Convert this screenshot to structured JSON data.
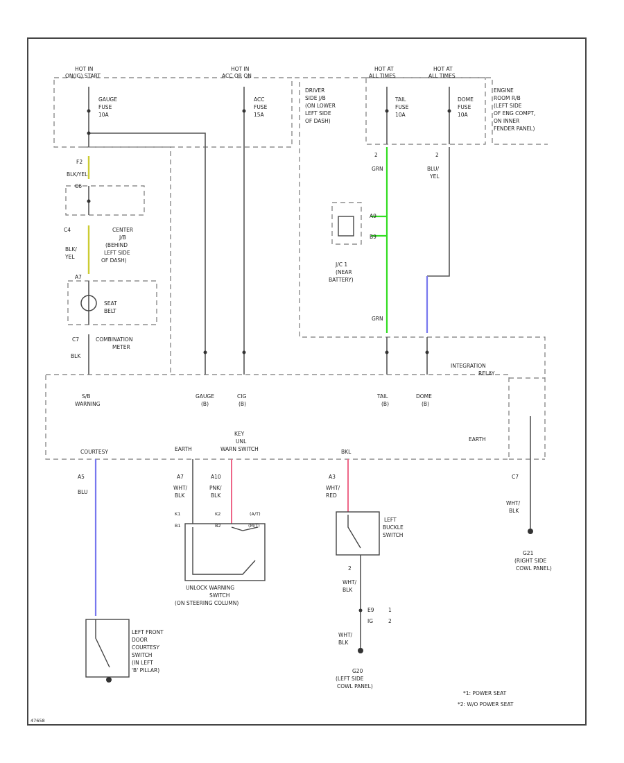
{
  "colors": {
    "wire_grn": "#33dd22",
    "wire_blu": "#7777ee",
    "wire_pnk": "#ee6688",
    "wire_yel": "#cccc33",
    "wire_std": "#555555"
  },
  "hot": {
    "gauge": [
      "HOT IN",
      "ON(IG) START"
    ],
    "acc": [
      "HOT IN",
      "ACC OR ON"
    ],
    "tail": [
      "HOT AT",
      "ALL TIMES"
    ],
    "dome": [
      "HOT AT",
      "ALL TIMES"
    ]
  },
  "fuses": {
    "gauge": [
      "GAUGE",
      "FUSE",
      "10A"
    ],
    "acc": [
      "ACC",
      "FUSE",
      "15A"
    ],
    "tail": [
      "TAIL",
      "FUSE",
      "10A"
    ],
    "dome": [
      "DOME",
      "FUSE",
      "10A"
    ]
  },
  "jb": {
    "driver": [
      "DRIVER",
      "SIDE J/B",
      "(ON LOWER",
      "LEFT SIDE",
      "OF DASH)"
    ],
    "engine": [
      "ENGINE",
      "ROOM R/B",
      "(LEFT SIDE",
      "OF ENG COMPT,",
      "ON INNER",
      "FENDER PANEL)"
    ],
    "center": [
      "CENTER",
      "J/B",
      "(BEHIND",
      "LEFT SIDE",
      "OF DASH)"
    ]
  },
  "wires": {
    "f2": "F2",
    "blk_yel_1": "BLK/YEL",
    "c6": "C6",
    "c4": "C4",
    "blk_yel_2": [
      "BLK/",
      "YEL"
    ],
    "a7": "A7",
    "c7": "C7",
    "blk": "BLK",
    "tail_pin": "2",
    "tail_wire": "GRN",
    "dome_pin": "2",
    "dome_wire": [
      "BLU/",
      "YEL"
    ],
    "a9": "A9",
    "b9": "B9",
    "grn_bottom": "GRN"
  },
  "seatbelt": [
    "SEAT",
    "BELT"
  ],
  "combination_meter": [
    "COMBINATION",
    "METER"
  ],
  "jc": [
    "J/C 1",
    "(NEAR",
    "BATTERY)"
  ],
  "integration": {
    "title": [
      "INTEGRATION",
      "RELAY"
    ],
    "sb_warning": [
      "S/B",
      "WARNING"
    ],
    "gauge_b": [
      "GAUGE",
      "(B)"
    ],
    "cig_b": [
      "CIG",
      "(B)"
    ],
    "tail_b": [
      "TAIL",
      "(B)"
    ],
    "dome_b": [
      "DOME",
      "(B)"
    ],
    "key_sw": [
      "KEY",
      "UNL",
      "WARN SWITCH"
    ],
    "earth": "EARTH",
    "courtesy": "COURTESY",
    "earth_label": "EARTH",
    "buckle": "BKL"
  },
  "lower": {
    "a5": "A5",
    "blu": "BLU",
    "a7b": "A7",
    "wht_blk_1": [
      "WHT/",
      "BLK"
    ],
    "a10": "A10",
    "pnk_blk": [
      "PNK/",
      "BLK"
    ],
    "a3": "A3",
    "wht_red": [
      "WHT/",
      "RED"
    ],
    "c7b": "C7",
    "wht_blk_2": [
      "WHT/",
      "BLK"
    ],
    "uw_pins": [
      "K1",
      "K2",
      "(A/T)"
    ],
    "uw_pins2": [
      "B1",
      "B2",
      "(M/T)"
    ],
    "unlock_switch": [
      "UNLOCK WARNING",
      "SWITCH",
      "(ON STEERING COLUMN)"
    ],
    "left_buckle": [
      "LEFT",
      "BUCKLE",
      "SWITCH"
    ],
    "buckle_pin": "2",
    "wht_blk_3": [
      "WHT/",
      "BLK"
    ],
    "e9": "E9",
    "pins_12": [
      "1",
      "2"
    ],
    "e6": "IG",
    "wht_blk_4": [
      "WHT/",
      "BLK"
    ],
    "g20": [
      "G20",
      "(LEFT SIDE",
      "COWL PANEL)"
    ],
    "door_switch": [
      "LEFT FRONT",
      "DOOR",
      "COURTESY",
      "SWITCH",
      "(IN LEFT",
      "'B' PILLAR)"
    ],
    "g21": [
      "G21",
      "(RIGHT SIDE",
      "COWL PANEL)"
    ]
  },
  "notes": [
    "*1: POWER SEAT",
    "*2: W/O POWER SEAT"
  ],
  "figure_id": "47658"
}
